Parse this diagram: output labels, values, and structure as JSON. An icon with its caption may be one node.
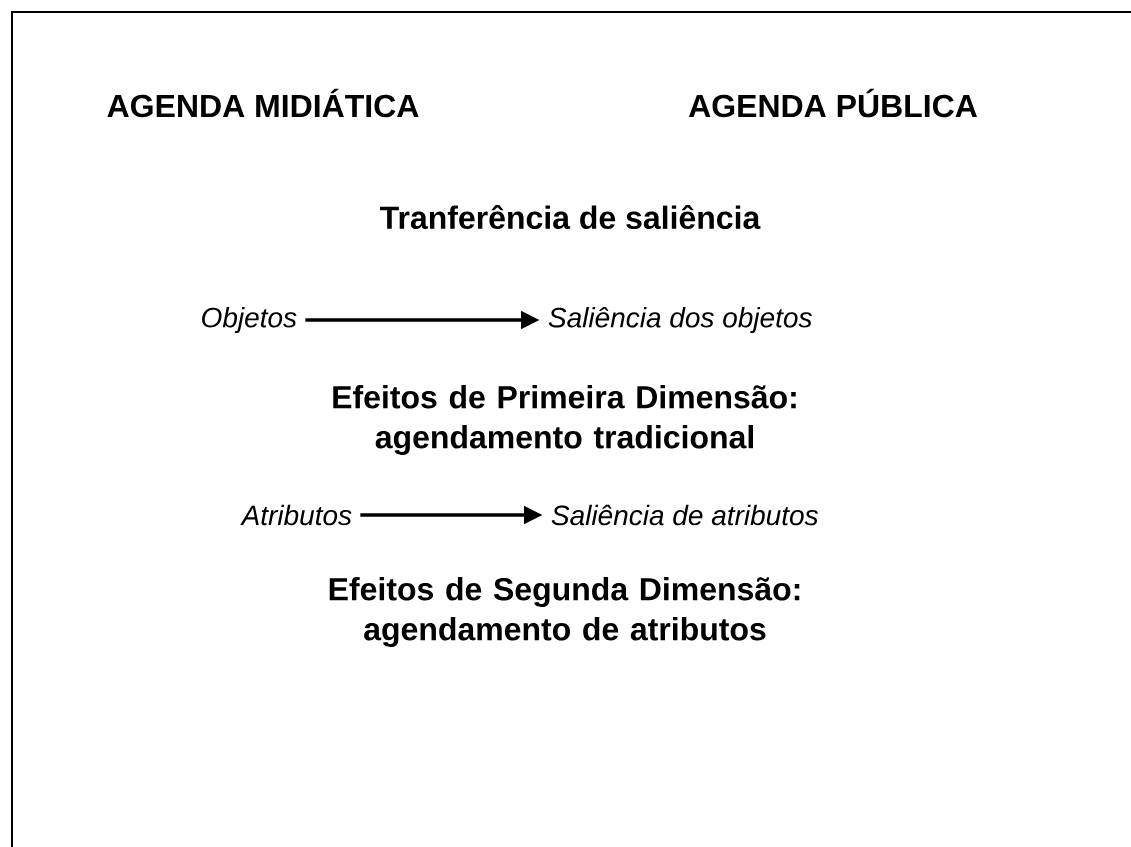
{
  "diagram": {
    "nodes": [
      {
        "text": [
          "Objetos"
        ]
      },
      {
        "text": [
          "Saliência dos objetos"
        ]
      },
      {
        "text": [
          "Atributos"
        ]
      },
      {
        "text": [
          "Saliência de atributos"
        ]
      }
    ],
    "edges": [
      {
        "from": 0,
        "to": 1,
        "arrow": "to"
      },
      {
        "from": 2,
        "to": 3,
        "arrow": "to"
      }
    ],
    "labels": [
      "AGENDA MIDIÁTICA",
      "AGENDA PÚBLICA",
      "Tranferência de saliência",
      "Efeitos de Primeira Dimensão: agendamento tradicional",
      "Efeitos de Segunda Dimensão: agendamento de atributos"
    ]
  }
}
